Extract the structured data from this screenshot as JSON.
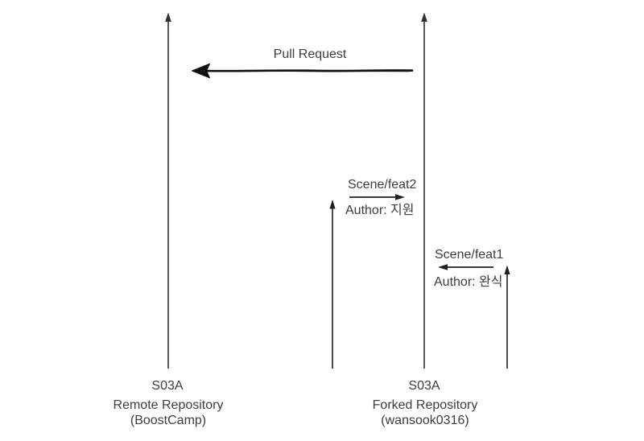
{
  "diagram": {
    "pull_request": {
      "label": "Pull Request"
    },
    "branches": {
      "feat2": {
        "name": "Scene/feat2",
        "author": "Author: 지원"
      },
      "feat1": {
        "name": "Scene/feat1",
        "author": "Author: 완식"
      }
    },
    "remote_repo": {
      "branch": "S03A",
      "title": "Remote Repository",
      "subtitle": "(BoostCamp)"
    },
    "forked_repo": {
      "branch": "S03A",
      "title": "Forked Repository",
      "subtitle": "(wansook0316)"
    },
    "colors": {
      "background": "#ffffff",
      "text": "#3d3d3d",
      "arrow": "#222222",
      "pull_request_arrow": "#111111"
    }
  }
}
